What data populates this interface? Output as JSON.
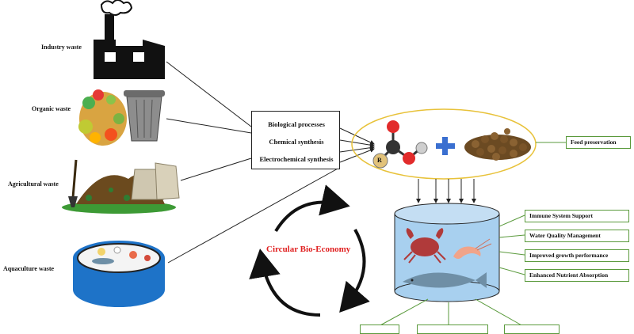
{
  "sources": {
    "industry": "Industry waste",
    "organic": "Organic waste",
    "agricultural": "Agricultural waste",
    "aquaculture": "Aquaculture waste"
  },
  "processes": [
    "Biological processes",
    "Chemical synthesis",
    "Electrochemical synthesis"
  ],
  "feed_preservation": "Feed preservation",
  "cycle_label": "Circular Bio-Economy",
  "benefits": [
    "Immune System Support",
    "Water Quality Management",
    "Improved growth performance",
    "Enhanced Nutrient Absorption"
  ],
  "molecule_atom_label": "R",
  "colors": {
    "cycle_text": "#e02020",
    "box_border_green": "#5a9a3c",
    "ellipse_yellow": "#e8c23a",
    "plus_blue": "#3a6fd0",
    "tank_blue": "#a8d0ef"
  }
}
